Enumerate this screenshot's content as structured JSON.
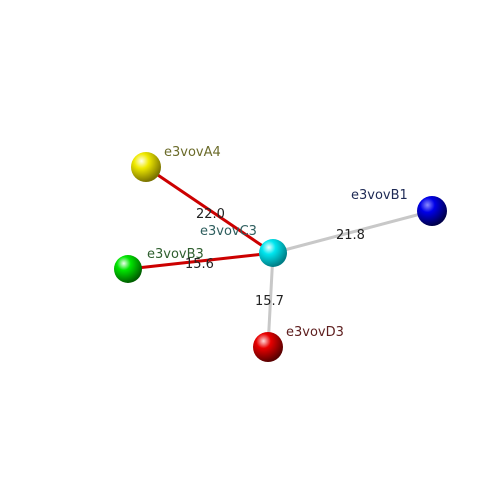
{
  "atoms": {
    "center": {
      "label": "e3vovC3",
      "color": "#00d8e0",
      "label_color": "#2f5f5f"
    },
    "a4": {
      "label": "e3vovA4",
      "color": "#e8e000",
      "label_color": "#6b6b2a"
    },
    "b1": {
      "label": "e3vovB1",
      "color": "#0000e0",
      "label_color": "#1e2a55"
    },
    "b3": {
      "label": "e3vovB3",
      "color": "#00e000",
      "label_color": "#2f5f2f"
    },
    "d3": {
      "label": "e3vovD3",
      "color": "#e00000",
      "label_color": "#5f2020"
    }
  },
  "distances": {
    "c3_a4": "22.0",
    "c3_b1": "21.8",
    "c3_b3": "15.6",
    "c3_d3": "15.7"
  },
  "bond_colors": {
    "red": "#cc0000",
    "grey": "#c8c8c8"
  }
}
